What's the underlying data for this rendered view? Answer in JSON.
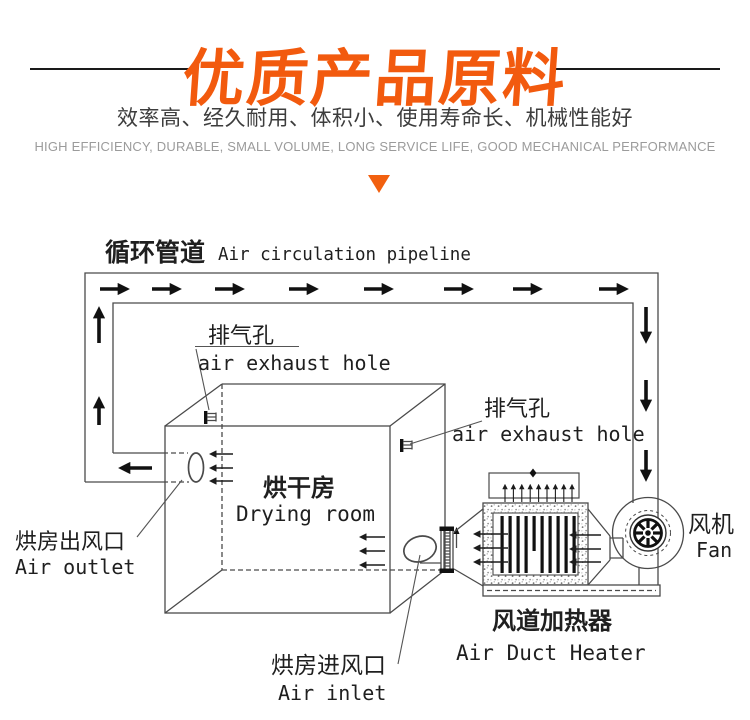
{
  "header": {
    "title": "优质产品原料",
    "subtitle": "效率高、经久耐用、体积小、使用寿命长、机械性能好",
    "subtitle_en": "HIGH EFFICIENCY, DURABLE, SMALL VOLUME, LONG SERVICE LIFE, GOOD MECHANICAL PERFORMANCE",
    "accent_color": "#f25a0e",
    "triangle_color": "#f2600f"
  },
  "diagram": {
    "title_zh": "循环管道",
    "title_en": "Air circulation pipeline",
    "labels": {
      "exhaust_hole_1": {
        "zh": "排气孔",
        "en": "air exhaust hole"
      },
      "exhaust_hole_2": {
        "zh": "排气孔",
        "en": "air exhaust hole"
      },
      "drying_room": {
        "zh": "烘干房",
        "en": "Drying room"
      },
      "air_outlet": {
        "zh": "烘房出风口",
        "en": "Air outlet"
      },
      "air_inlet": {
        "zh": "烘房进风口",
        "en": "Air inlet"
      },
      "air_duct_heater": {
        "zh": "风道加热器",
        "en": "Air Duct Heater"
      },
      "fan": {
        "zh": "风机",
        "en": "Fan"
      }
    },
    "line_color": "#4a4a4a",
    "arrow_color": "#111111"
  }
}
